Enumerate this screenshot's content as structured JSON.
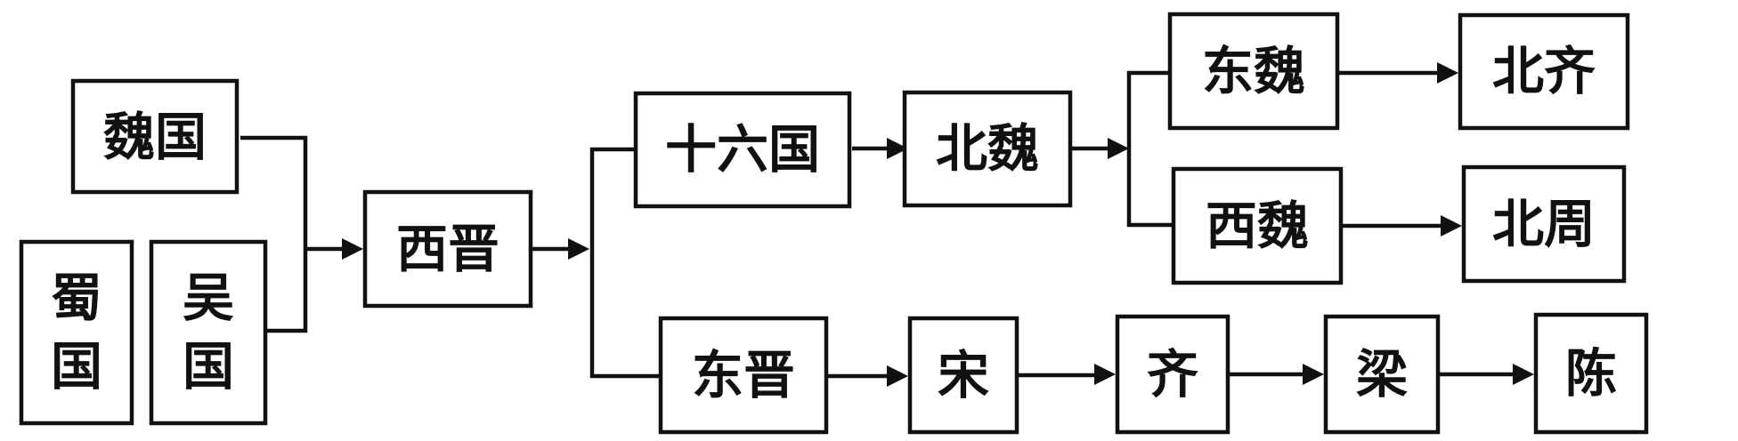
{
  "nodes": {
    "wei_state": "魏国",
    "shu_state_line1": "蜀",
    "shu_state_line2": "国",
    "wu_state_line1": "吴",
    "wu_state_line2": "国",
    "western_jin": "西晋",
    "sixteen_kingdoms": "十六国",
    "northern_wei": "北魏",
    "eastern_wei": "东魏",
    "western_wei": "西魏",
    "northern_qi": "北齐",
    "northern_zhou": "北周",
    "eastern_jin": "东晋",
    "song": "宋",
    "qi": "齐",
    "liang": "梁",
    "chen": "陈"
  },
  "colors": {
    "line": "#111111",
    "box_fill": "#ffffff"
  }
}
